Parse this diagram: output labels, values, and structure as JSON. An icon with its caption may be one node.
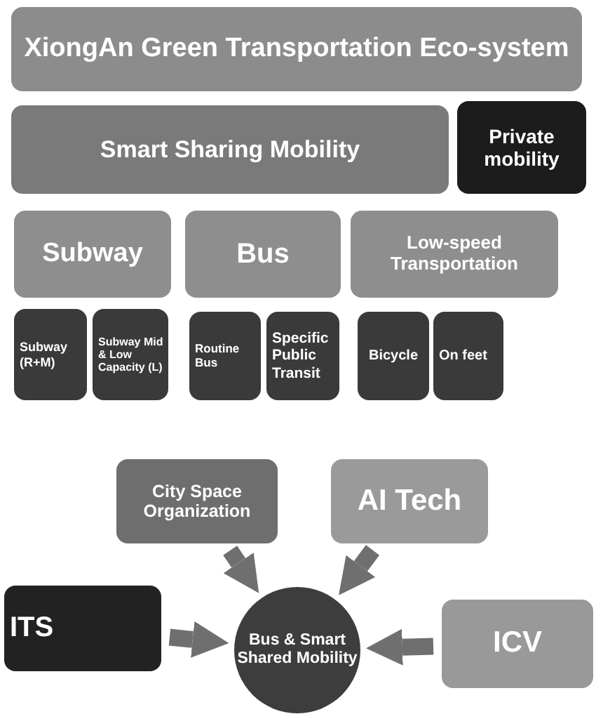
{
  "diagram": {
    "nodes": [
      {
        "text": [
          "XiongAn Green Transportation Eco-system"
        ]
      },
      {
        "text": [
          "Smart Sharing Mobility"
        ]
      },
      {
        "text": [
          "Private mobility"
        ]
      },
      {
        "text": [
          "Subway"
        ]
      },
      {
        "text": [
          "Bus"
        ]
      },
      {
        "text": [
          "Low-speed Transportation"
        ]
      },
      {
        "text": [
          "Subway (R+M)"
        ]
      },
      {
        "text": [
          "Subway Mid & Low Capacity (L)"
        ]
      },
      {
        "text": [
          "Routine Bus"
        ]
      },
      {
        "text": [
          "Specific Public Transit"
        ]
      },
      {
        "text": [
          "Bicycle"
        ]
      },
      {
        "text": [
          "On feet"
        ]
      },
      {
        "text": [
          "City Space Organization"
        ]
      },
      {
        "text": [
          "AI Tech"
        ]
      },
      {
        "text": [
          "ITS"
        ]
      },
      {
        "text": [
          "ICV"
        ]
      },
      {
        "text": [
          "Bus & Smart Shared Mobility"
        ]
      }
    ],
    "edges": [
      {
        "from": 12,
        "to": 16,
        "arrow": "to"
      },
      {
        "from": 13,
        "to": 16,
        "arrow": "to"
      },
      {
        "from": 14,
        "to": 16,
        "arrow": "to"
      },
      {
        "from": 15,
        "to": 16,
        "arrow": "to"
      }
    ]
  }
}
